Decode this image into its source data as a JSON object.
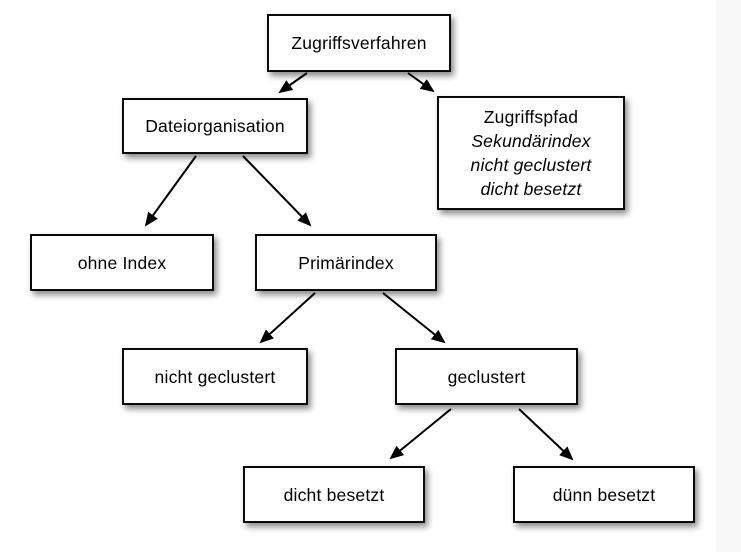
{
  "diagram": {
    "nodes": {
      "zugriffsverfahren": {
        "label": "Zugriffsverfahren"
      },
      "dateiorganisation": {
        "label": "Dateiorganisation"
      },
      "zugriffspfad": {
        "line1": "Zugriffspfad",
        "line2": "Sekundärindex",
        "line3": "nicht geclustert",
        "line4": "dicht besetzt"
      },
      "ohne_index": {
        "label": "ohne Index"
      },
      "primaerindex": {
        "label": "Primärindex"
      },
      "nicht_geclustert": {
        "label": "nicht geclustert"
      },
      "geclustert": {
        "label": "geclustert"
      },
      "dicht_besetzt": {
        "label": "dicht besetzt"
      },
      "duenn_besetzt": {
        "label": "dünn besetzt"
      }
    },
    "edges": [
      {
        "from": "Zugriffsverfahren",
        "to": "Dateiorganisation"
      },
      {
        "from": "Zugriffsverfahren",
        "to": "Zugriffspfad"
      },
      {
        "from": "Dateiorganisation",
        "to": "ohne Index"
      },
      {
        "from": "Dateiorganisation",
        "to": "Primärindex"
      },
      {
        "from": "Primärindex",
        "to": "nicht geclustert"
      },
      {
        "from": "Primärindex",
        "to": "geclustert"
      },
      {
        "from": "geclustert",
        "to": "dicht besetzt"
      },
      {
        "from": "geclustert",
        "to": "dünn besetzt"
      }
    ],
    "colors": {
      "box_background": "#ffffff",
      "box_border": "#0a0a0a",
      "text": "#000000",
      "arrow": "#000000",
      "page_background": "#ffffff",
      "right_strip": "#f8f8f8"
    }
  }
}
